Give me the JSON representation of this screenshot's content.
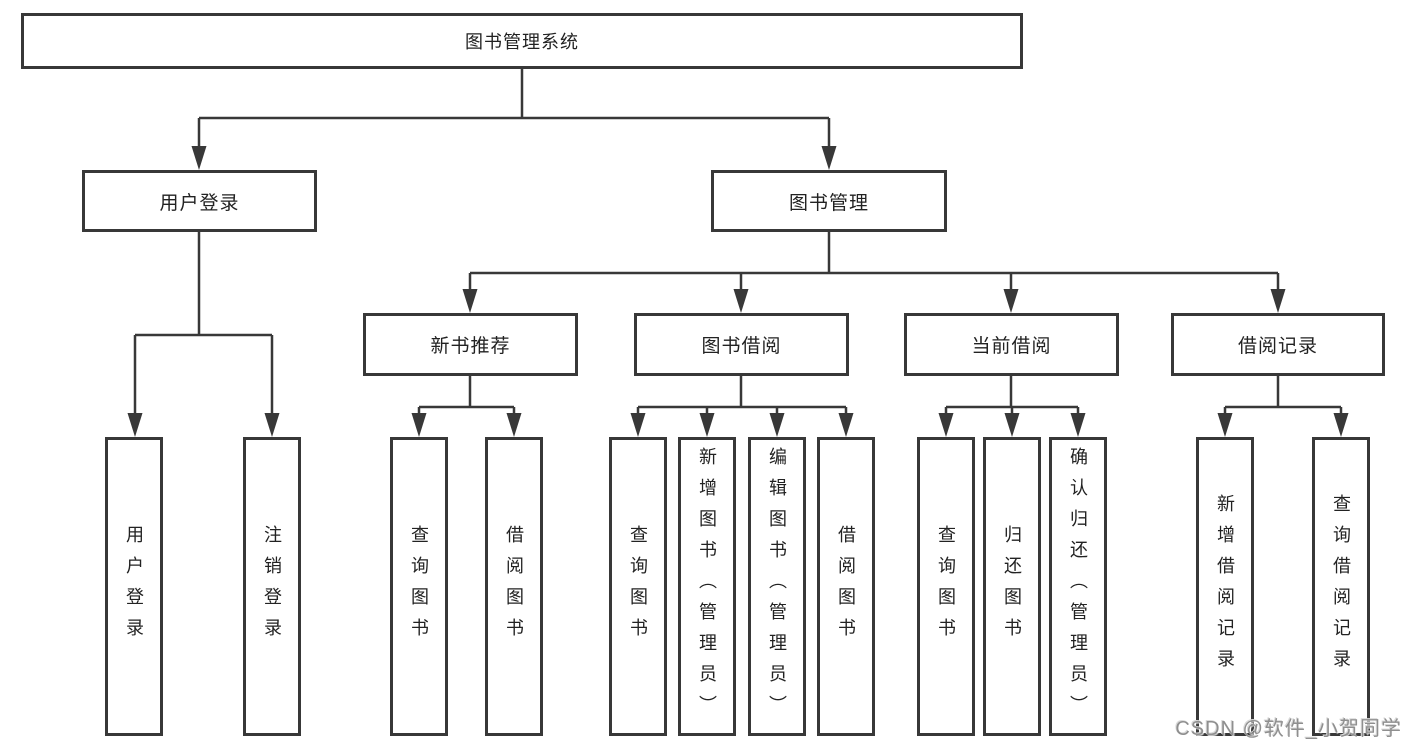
{
  "diagram": {
    "type": "hierarchy-tree",
    "title": "图书管理系统",
    "colors": {
      "line": "#383838",
      "box_border": "#383838",
      "text": "#222222",
      "background": "#ffffff",
      "watermark": "#8f8f8f"
    },
    "nodes": {
      "root": {
        "label": "图书管理系统"
      },
      "user_login": {
        "label": "用户登录"
      },
      "book_mgmt": {
        "label": "图书管理"
      },
      "new_books": {
        "label": "新书推荐"
      },
      "borrowing": {
        "label": "图书借阅"
      },
      "current": {
        "label": "当前借阅"
      },
      "records": {
        "label": "借阅记录"
      },
      "login": {
        "label": "用户登录"
      },
      "logout": {
        "label": "注销登录"
      },
      "nb_query": {
        "label": "查询图书"
      },
      "nb_borrow": {
        "label": "借阅图书"
      },
      "b_query": {
        "label": "查询图书"
      },
      "b_add": {
        "label": "新增图书（管理员）"
      },
      "b_edit": {
        "label": "编辑图书（管理员）"
      },
      "b_borrow": {
        "label": "借阅图书"
      },
      "c_query": {
        "label": "查询图书"
      },
      "c_return": {
        "label": "归还图书"
      },
      "c_confirm": {
        "label": "确认归还（管理员）"
      },
      "r_add": {
        "label": "新增借阅记录"
      },
      "r_query": {
        "label": "查询借阅记录"
      }
    },
    "edges": [
      {
        "from": "图书管理系统",
        "to": [
          "用户登录",
          "图书管理"
        ]
      },
      {
        "from": "用户登录",
        "to": [
          "用户登录",
          "注销登录"
        ]
      },
      {
        "from": "图书管理",
        "to": [
          "新书推荐",
          "图书借阅",
          "当前借阅",
          "借阅记录"
        ]
      },
      {
        "from": "新书推荐",
        "to": [
          "查询图书",
          "借阅图书"
        ]
      },
      {
        "from": "图书借阅",
        "to": [
          "查询图书",
          "新增图书（管理员）",
          "编辑图书（管理员）",
          "借阅图书"
        ]
      },
      {
        "from": "当前借阅",
        "to": [
          "查询图书",
          "归还图书",
          "确认归还（管理员）"
        ]
      },
      {
        "from": "借阅记录",
        "to": [
          "新增借阅记录",
          "查询借阅记录"
        ]
      }
    ]
  },
  "watermark": {
    "text": "CSDN @软件_小贺同学"
  }
}
